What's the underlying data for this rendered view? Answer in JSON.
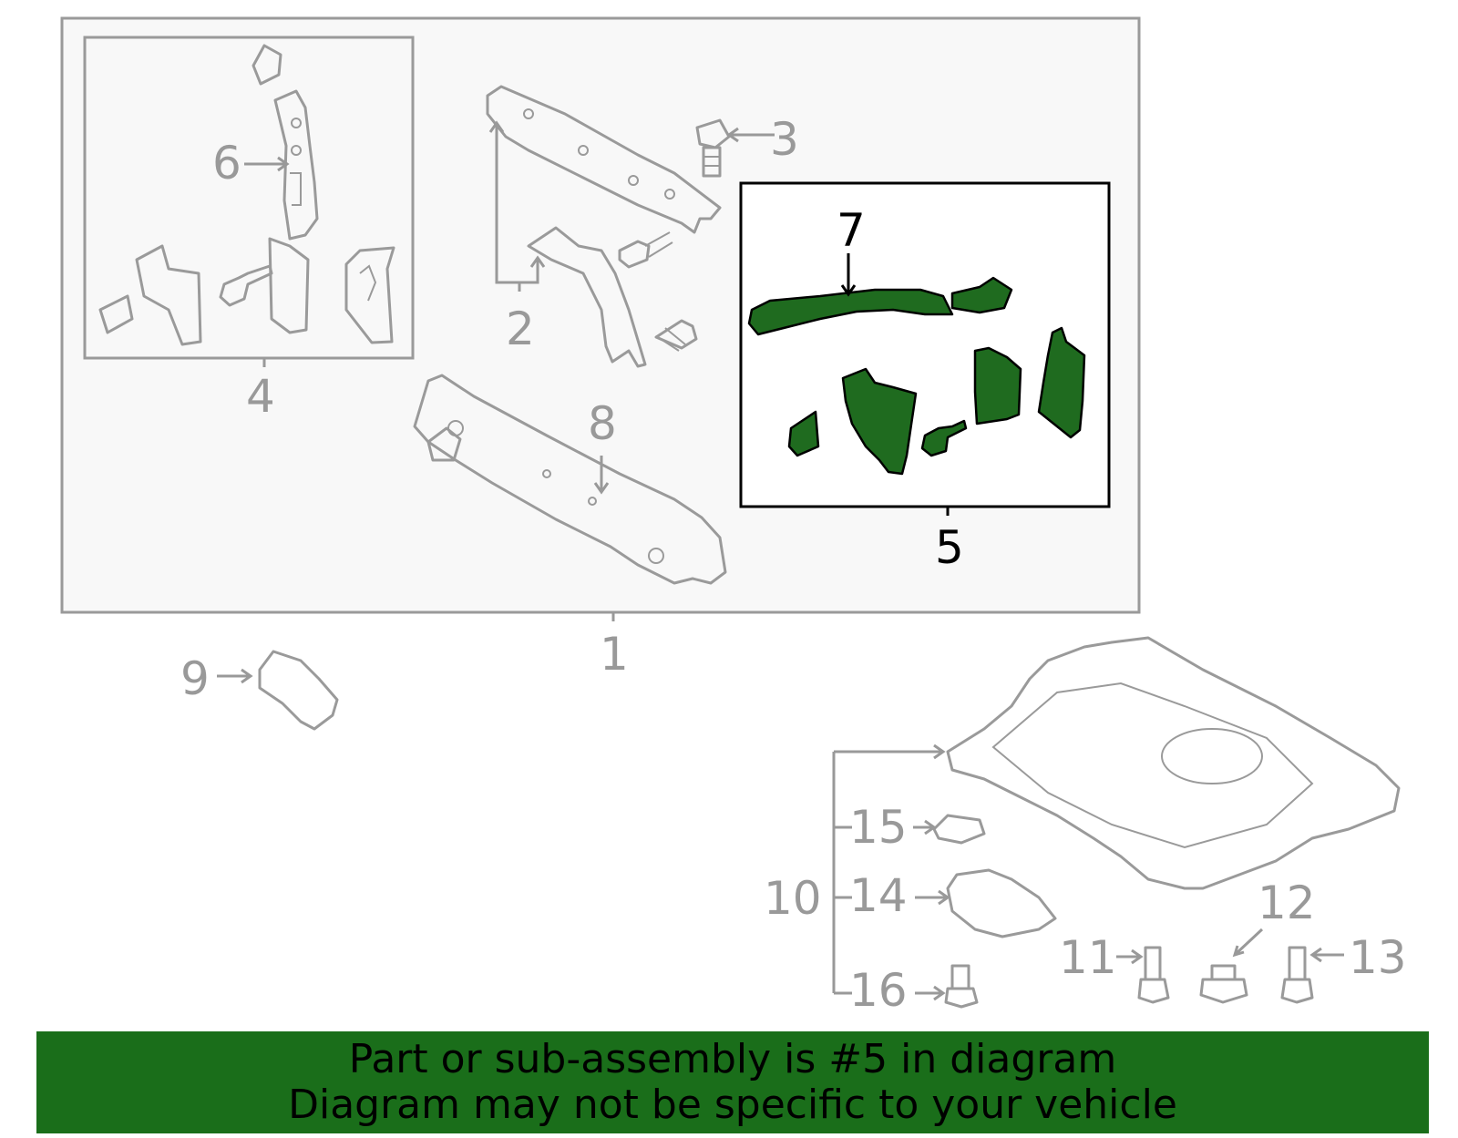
{
  "diagram": {
    "callouts": {
      "c1": "1",
      "c2": "2",
      "c3": "3",
      "c4": "4",
      "c5": "5",
      "c6": "6",
      "c7": "7",
      "c8": "8",
      "c9": "9",
      "c10": "10",
      "c11": "11",
      "c12": "12",
      "c13": "13",
      "c14": "14",
      "c15": "15",
      "c16": "16"
    },
    "highlight_callout": "5",
    "colors": {
      "highlight_fill": "#1f6b1f",
      "banner_bg": "#1a6e1a",
      "part_stroke": "#9a9a9a",
      "main_box_bg": "#f8f8f8"
    }
  },
  "banner": {
    "line1": "Part or sub-assembly is #5 in diagram",
    "line2": "Diagram may not be specific to your vehicle"
  }
}
